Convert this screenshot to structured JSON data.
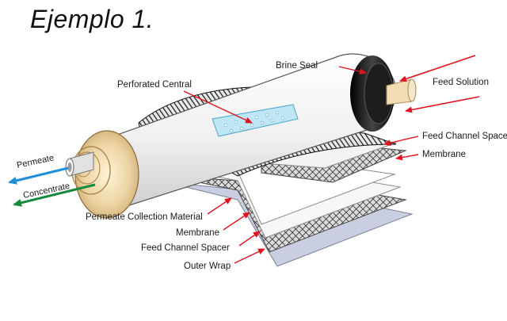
{
  "title": "Ejemplo 1.",
  "labels": {
    "brine_seal": "Brine Seal",
    "perforated_central": "Perforated Central",
    "feed_solution": "Feed Solution",
    "feed_channel_spacer_right": "Feed Channel Spacer",
    "membrane_right": "Membrane",
    "permeate_collection": "Permeate Collection Material",
    "membrane_left": "Membrane",
    "feed_channel_spacer_left": "Feed Channel Spacer",
    "outer_wrap": "Outer Wrap",
    "permeate": "Permeate",
    "concentrate": "Concentrate"
  },
  "colors": {
    "pointer": "#e0141e",
    "permeate_flow": "#1e90d6",
    "concentrate_flow": "#178a3c",
    "tube_body": "#f4f4f4",
    "end_cap": "#111111",
    "core_wrap": "#e9d4aa"
  }
}
